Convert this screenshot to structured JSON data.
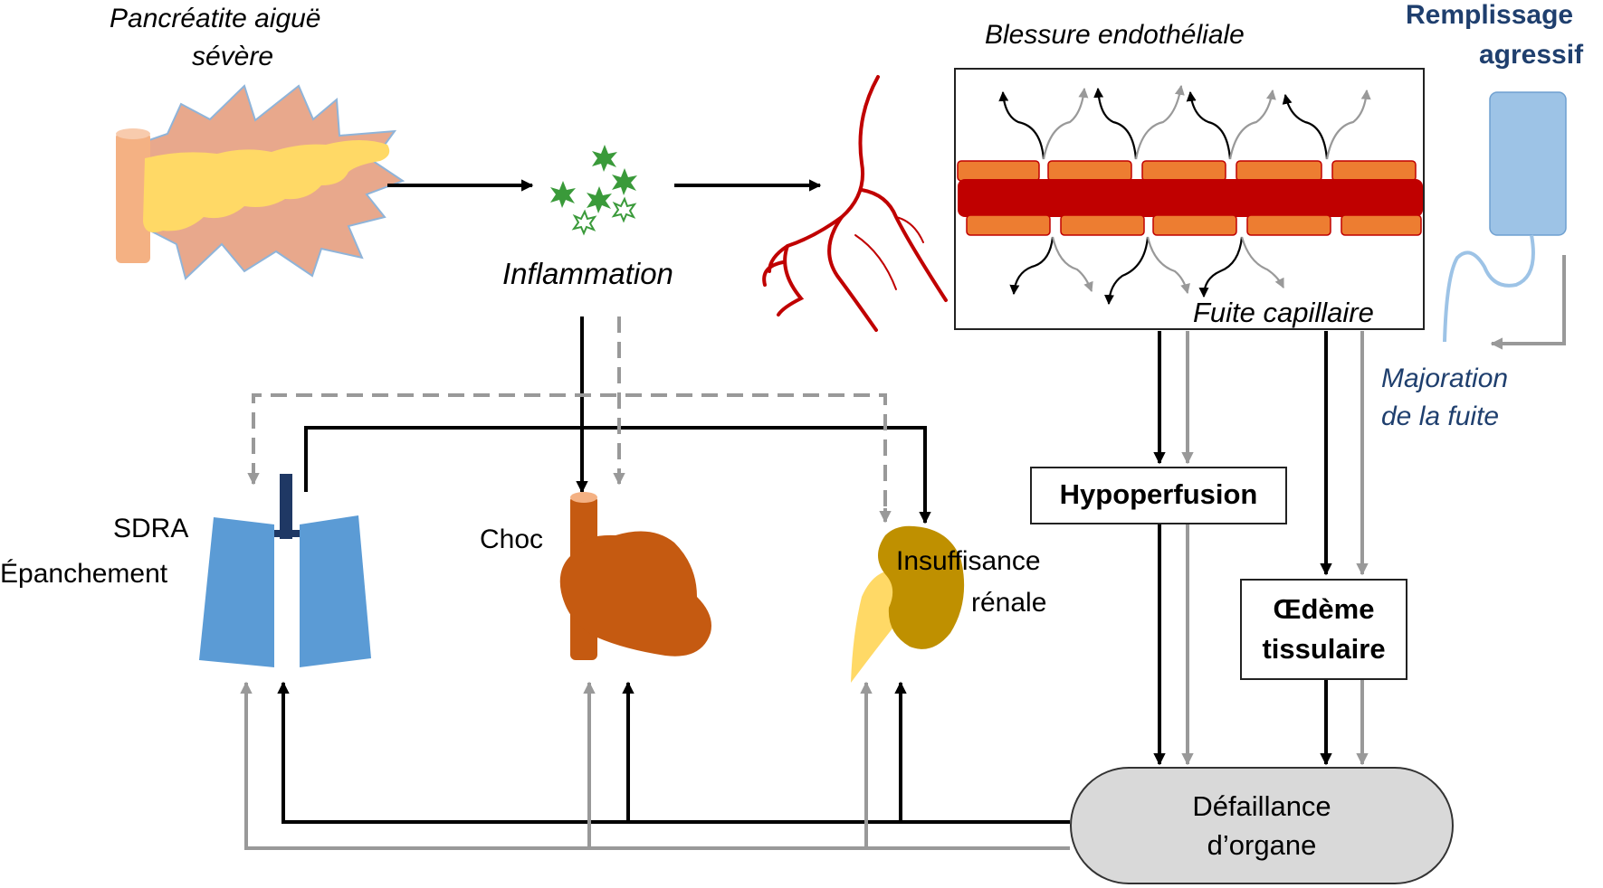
{
  "labels": {
    "pancreatitis_line1": "Pancréatite aiguë",
    "pancreatitis_line2": "sévère",
    "inflammation": "Inflammation",
    "endothelial_injury": "Blessure endothéliale",
    "capillary_leak": "Fuite capillaire",
    "aggressive_fluid_line1": "Remplissage",
    "aggressive_fluid_line2": "agressif",
    "leak_increase_line1": "Majoration",
    "leak_increase_line2": "de la fuite",
    "hypoperfusion": "Hypoperfusion",
    "edema_line1": "Œdème",
    "edema_line2": "tissulaire",
    "organ_failure_line1": "Défaillance",
    "organ_failure_line2": "d’organe",
    "sdra": "SDRA",
    "effusion": "Épanchement",
    "shock": "Choc",
    "renal_line1": "Insuffisance",
    "renal_line2": "rénale"
  },
  "colors": {
    "black_arrow": "#000000",
    "grey_arrow": "#999999",
    "lung": "#5b9bd5",
    "trachea": "#1f3864",
    "heart": "#c55a11",
    "kidney": "#bf9000",
    "pancreas": "#ffd966",
    "burst": "#e8a88c",
    "vessel": "#c00000",
    "endothelial_cell": "#ed7d31",
    "iv_bag": "#9dc3e6",
    "title_blue": "#1f3f6e",
    "organ_failure_fill": "#d9d9d9"
  }
}
